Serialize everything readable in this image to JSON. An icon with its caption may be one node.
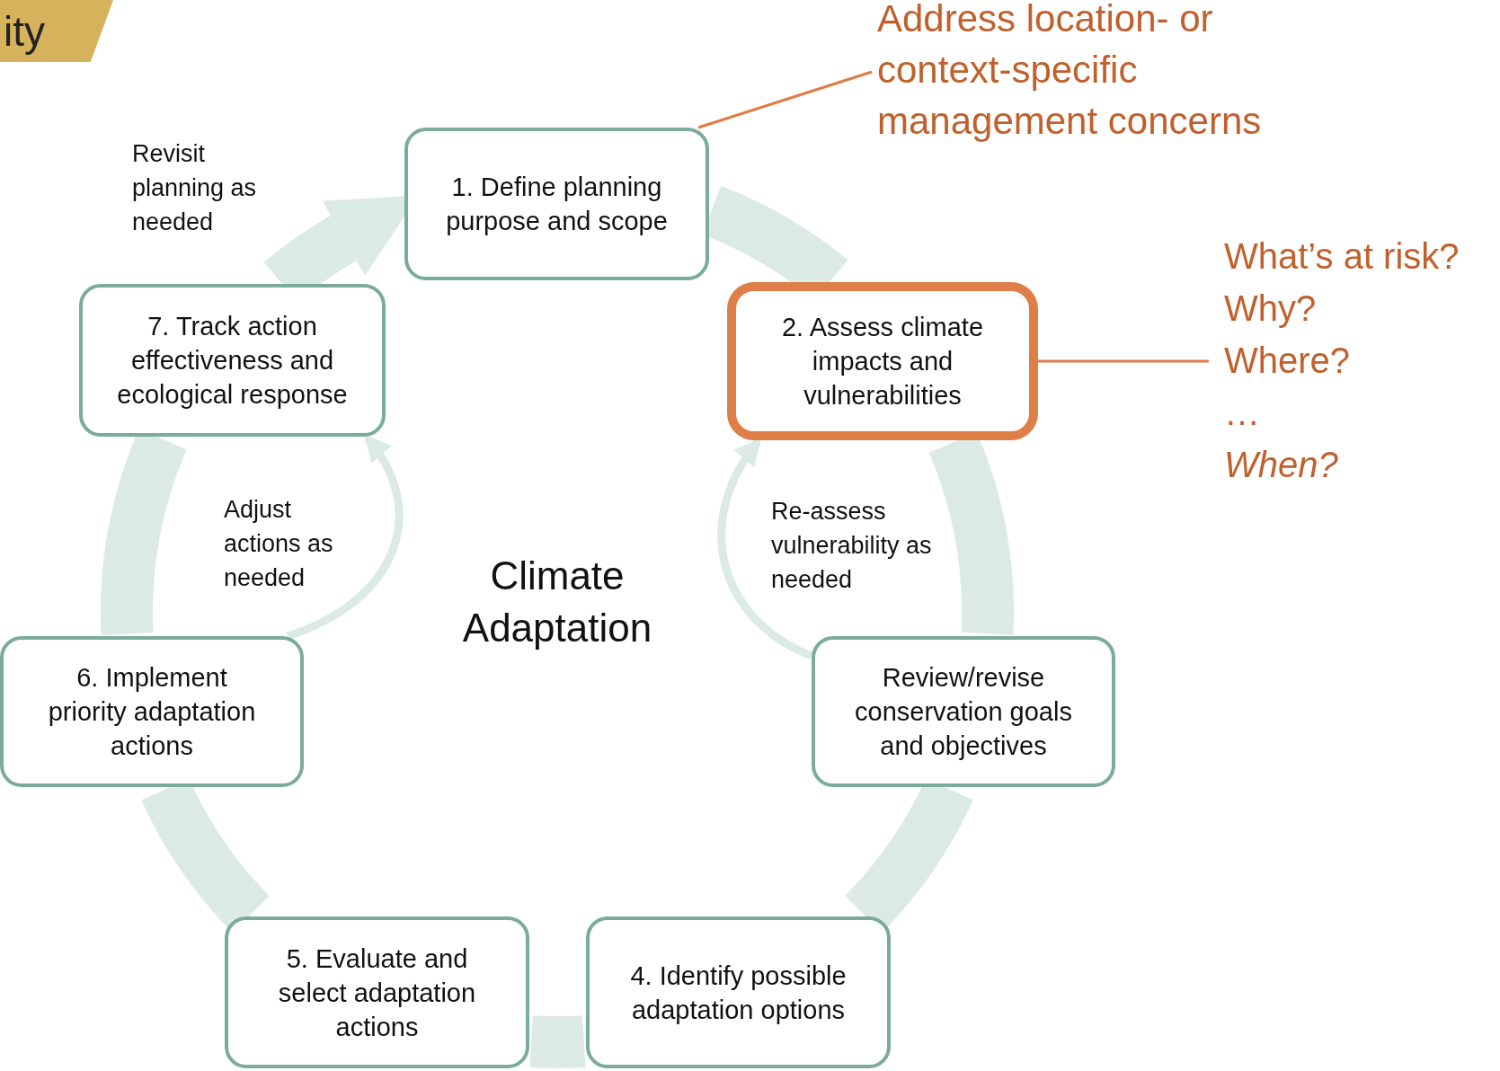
{
  "diagram": {
    "nodes": [
      {
        "text": [
          "ity"
        ]
      },
      {
        "text": [
          "Address location- or context-specific management concerns"
        ]
      },
      {
        "text": [
          "1. Define planning purpose and scope"
        ]
      },
      {
        "text": [
          "What’s at risk?",
          "Why?",
          "Where?",
          "…",
          "When?"
        ]
      },
      {
        "text": [
          "7. Track action effectiveness and ecological response"
        ]
      },
      {
        "text": [
          "2. Assess climate impacts and vulnerabilities"
        ]
      },
      {
        "text": [
          "6. Implement priority adaptation actions"
        ]
      },
      {
        "text": [
          "Review/revise conservation goals and objectives"
        ]
      },
      {
        "text": [
          "5. Evaluate and select adaptation actions"
        ]
      },
      {
        "text": [
          "4. Identify possible adaptation options"
        ]
      }
    ],
    "edges": [
      {
        "from": 2,
        "to": 5,
        "arrow": "none"
      },
      {
        "from": 5,
        "to": 7,
        "arrow": "none"
      },
      {
        "from": 7,
        "to": 9,
        "arrow": "none"
      },
      {
        "from": 9,
        "to": 8,
        "arrow": "none"
      },
      {
        "from": 8,
        "to": 6,
        "arrow": "none"
      },
      {
        "from": 6,
        "to": 4,
        "arrow": "none"
      },
      {
        "from": 4,
        "to": 2,
        "arrow": "to"
      },
      {
        "from": 7,
        "to": 5,
        "arrow": "to"
      },
      {
        "from": 6,
        "to": 4,
        "arrow": "to"
      },
      {
        "from": 1,
        "to": 2,
        "arrow": "none",
        "color": "#e07b45"
      },
      {
        "from": 3,
        "to": 5,
        "arrow": "none",
        "color": "#e07b45"
      }
    ],
    "labels": [
      "Revisit planning as needed",
      "Adjust actions as needed",
      "Re-assess vulnerability as needed",
      "Climate Adaptation"
    ]
  }
}
